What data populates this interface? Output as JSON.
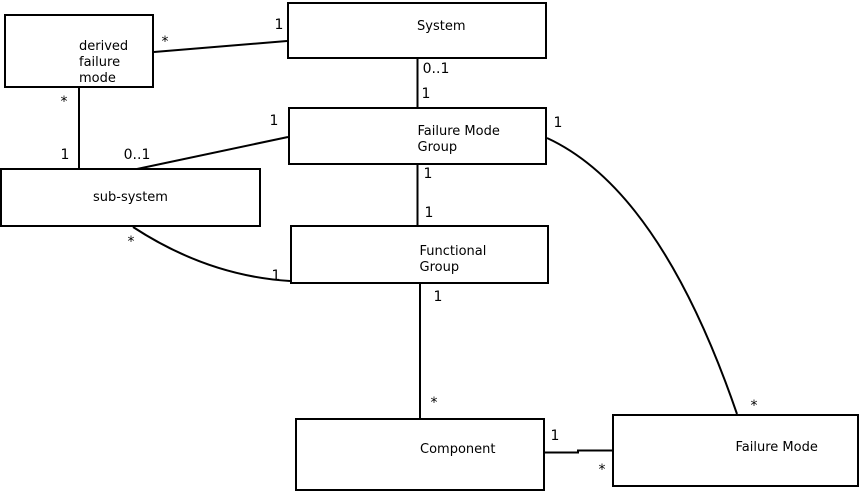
{
  "diagram": {
    "background_color": "#ffffff",
    "line_color": "#000000",
    "text_color": "#000000",
    "nodes": [
      {
        "id": "derived-failure-mode",
        "label": "derived\nfailure\nmode"
      },
      {
        "id": "system",
        "label": "System"
      },
      {
        "id": "failure-mode-group",
        "label": "Failure Mode\nGroup"
      },
      {
        "id": "sub-system",
        "label": "sub-system"
      },
      {
        "id": "functional-group",
        "label": "Functional\nGroup"
      },
      {
        "id": "component",
        "label": "Component"
      },
      {
        "id": "failure-mode",
        "label": "Failure Mode"
      }
    ],
    "edges": [
      {
        "from": "System",
        "to": "derived failure mode",
        "from_label": "1",
        "to_label": "*"
      },
      {
        "from": "System",
        "to": "Failure Mode Group",
        "from_label": "0..1",
        "to_label": "1"
      },
      {
        "from": "derived failure mode",
        "to": "sub-system",
        "from_label": "*",
        "to_label": "1"
      },
      {
        "from": "Failure Mode Group",
        "to": "sub-system",
        "from_label": "1",
        "to_label": "0..1"
      },
      {
        "from": "Failure Mode Group",
        "to": "Functional Group",
        "from_label": "1",
        "to_label": "1"
      },
      {
        "from": "sub-system",
        "to": "Functional Group",
        "from_label": "*",
        "to_label": "1"
      },
      {
        "from": "Functional Group",
        "to": "Component",
        "from_label": "1",
        "to_label": "*"
      },
      {
        "from": "Component",
        "to": "Failure Mode",
        "from_label": "1",
        "to_label": "*"
      },
      {
        "from": "Failure Mode Group",
        "to": "Failure Mode",
        "from_label": "1",
        "to_label": "*"
      }
    ]
  }
}
